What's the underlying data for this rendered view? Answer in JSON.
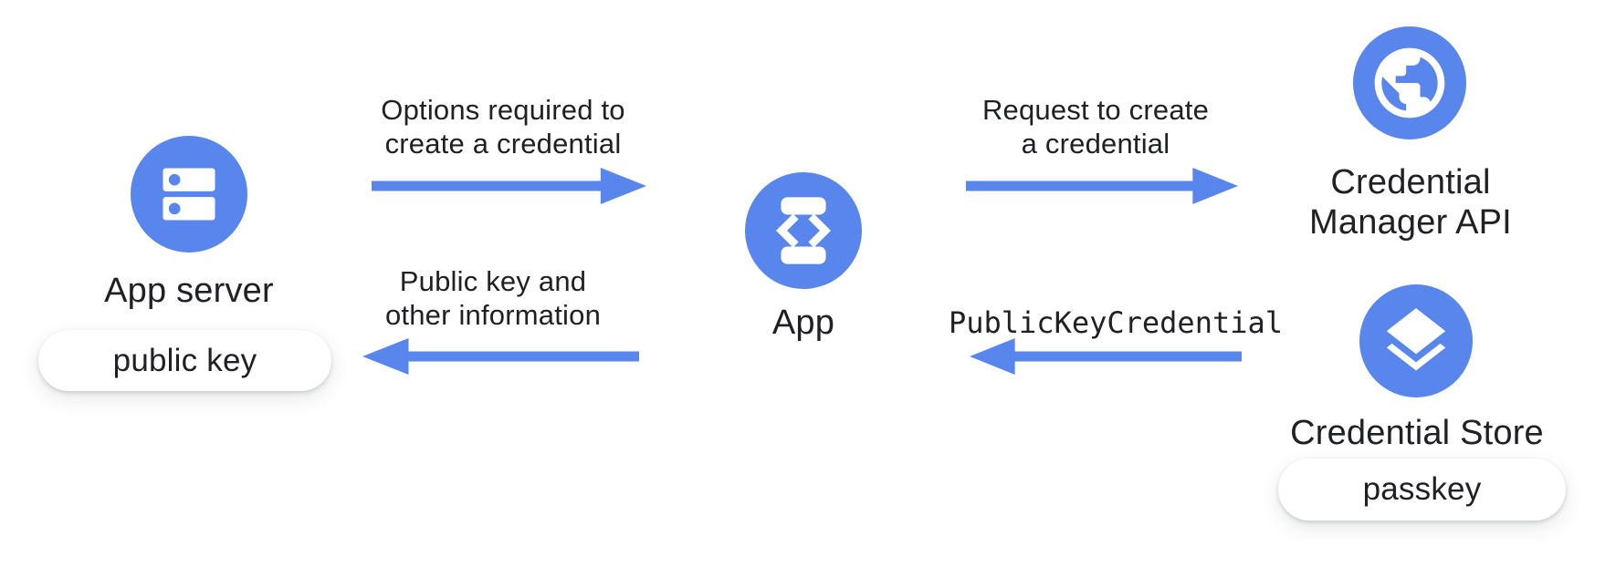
{
  "colors": {
    "primary_blue": "#5886EC",
    "text": "#202124",
    "badge_background": "#FFFFFF"
  },
  "nodes": {
    "app_server": {
      "label": "App server",
      "icon": "server-icon",
      "badge": "public key"
    },
    "app": {
      "label": "App",
      "icon": "code-phone-icon"
    },
    "credential_manager_api": {
      "label_line1": "Credential",
      "label_line2": "Manager API",
      "icon": "globe-icon"
    },
    "credential_store": {
      "label": "Credential Store",
      "icon": "layers-icon",
      "badge": "passkey"
    }
  },
  "arrows": [
    {
      "id": "options-to-app",
      "from": "app_server",
      "to": "app",
      "direction": "right",
      "label_line1": "Options required to",
      "label_line2": "create a credential"
    },
    {
      "id": "request-to-credential-manager",
      "from": "app",
      "to": "credential_manager_api",
      "direction": "right",
      "label_line1": "Request to create",
      "label_line2": "a credential"
    },
    {
      "id": "publickeycredential-to-app",
      "from": "credential_store",
      "to": "app",
      "direction": "left",
      "label": "PublicKeyCredential",
      "label_style": "monospace"
    },
    {
      "id": "publickey-to-app-server",
      "from": "app",
      "to": "app_server",
      "direction": "left",
      "label_line1": "Public key and",
      "label_line2": "other information"
    }
  ]
}
